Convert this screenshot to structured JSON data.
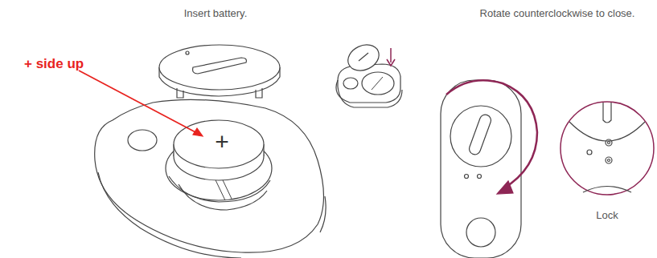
{
  "diagram": {
    "labels": [
      "Insert battery.",
      "Rotate counterclockwise to close.",
      "+ side up",
      "+",
      "Lock"
    ]
  }
}
